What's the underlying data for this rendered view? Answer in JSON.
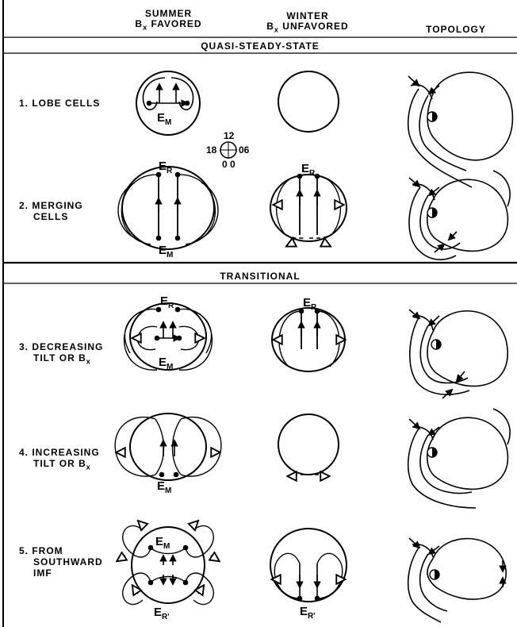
{
  "columns": {
    "summer": {
      "line1": "SUMMER",
      "line2": "B",
      "line2_sub": "x",
      "line2_rest": " FAVORED"
    },
    "winter": {
      "line1": "WINTER",
      "line2": "B",
      "line2_sub": "x",
      "line2_rest": " UNFAVORED"
    },
    "topology": "TOPOLOGY"
  },
  "sections": {
    "quasi": "QUASI-STEADY-STATE",
    "transitional": "TRANSITIONAL"
  },
  "rows": [
    {
      "lines": [
        "1. LOBE CELLS"
      ]
    },
    {
      "lines": [
        "2. MERGING",
        "CELLS"
      ]
    },
    {
      "lines": [
        "3. DECREASING",
        "TILT OR B"
      ],
      "sub": "x"
    },
    {
      "lines": [
        "4. INCREASING",
        "TILT OR B"
      ],
      "sub": "x"
    },
    {
      "lines": [
        "5. FROM",
        "SOUTHWARD",
        "IMF"
      ]
    }
  ],
  "clock": {
    "top": "12",
    "left": "18",
    "right": "06",
    "bottom": "0 0"
  },
  "field_labels": {
    "em": "E",
    "em_sub": "M",
    "er": "E",
    "er_sub": "R",
    "erp": "E",
    "erp_sub": "R'"
  }
}
